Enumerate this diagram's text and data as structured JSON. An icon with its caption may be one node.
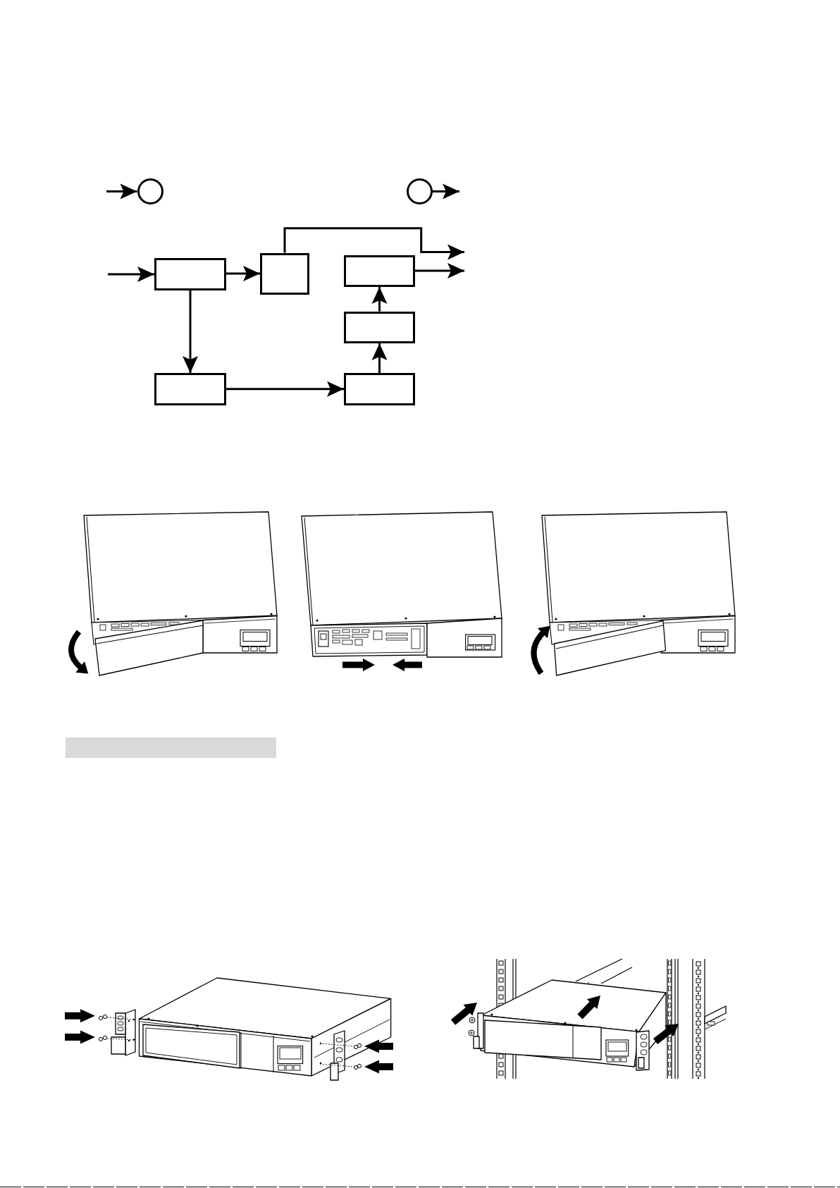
{
  "diagram": {
    "nodes": [
      {
        "text": [],
        "shape": "circle"
      },
      {
        "text": [],
        "shape": "circle"
      },
      {
        "text": [],
        "shape": "box"
      },
      {
        "text": [],
        "shape": "box"
      },
      {
        "text": [],
        "shape": "box"
      },
      {
        "text": [],
        "shape": "box"
      },
      {
        "text": [],
        "shape": "box"
      },
      {
        "text": [],
        "shape": "box"
      },
      {
        "text": [],
        "shape": "bar"
      }
    ],
    "edges": [
      {
        "from": null,
        "to": 0,
        "arrow": "to"
      },
      {
        "from": 1,
        "to": null,
        "arrow": "to"
      },
      {
        "from": null,
        "to": 2,
        "arrow": "to"
      },
      {
        "from": 2,
        "to": 3,
        "arrow": "to"
      },
      {
        "from": 3,
        "to": null,
        "arrow": "to"
      },
      {
        "from": 4,
        "to": null,
        "arrow": "to"
      },
      {
        "from": 2,
        "to": 6,
        "arrow": "to"
      },
      {
        "from": 6,
        "to": 7,
        "arrow": "to"
      },
      {
        "from": 7,
        "to": 5,
        "arrow": "to"
      },
      {
        "from": 5,
        "to": 4,
        "arrow": "to"
      }
    ]
  }
}
